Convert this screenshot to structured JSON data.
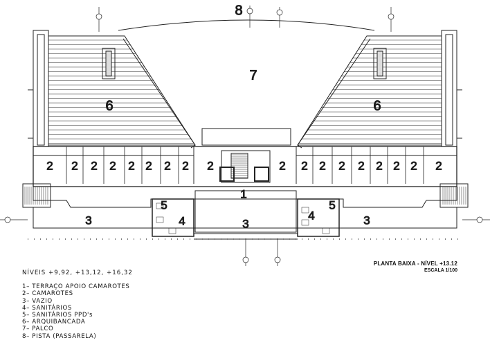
{
  "drawing": {
    "title": "PLANTA BAIXA - NÍVEL +13.12",
    "scale": "ESCALA 1/100",
    "levels_text": "NÍVEIS +9,92, +13,12, +16,32"
  },
  "legend": [
    "1– TERRAÇO APOIO CAMAROTES",
    "2– CAMAROTES",
    "3– VAZIO",
    "4– SANITÁRIOS",
    "5– SANITÁRIOS PPD's",
    "6– ARQUIBANCADA",
    "7– PALCO",
    "8– PISTA (PASSARELA)"
  ],
  "labels": {
    "n1": "1",
    "n2": "2",
    "n3": "3",
    "n4": "4",
    "n5": "5",
    "n6": "6",
    "n7": "7",
    "n8": "8"
  }
}
